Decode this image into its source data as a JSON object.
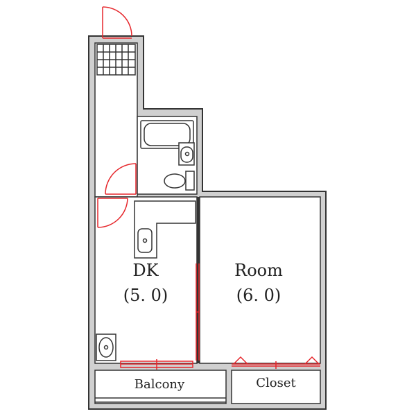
{
  "rooms": {
    "dk": {
      "name": "DK",
      "size": "(5. 0)"
    },
    "room": {
      "name": "Room",
      "size": "(6. 0)"
    },
    "balcony": {
      "name": "Balcony"
    },
    "closet": {
      "name": "Closet"
    }
  },
  "colors": {
    "wall": "#d0d0d0",
    "outline": "#333333",
    "door_red": "#e6262b"
  }
}
